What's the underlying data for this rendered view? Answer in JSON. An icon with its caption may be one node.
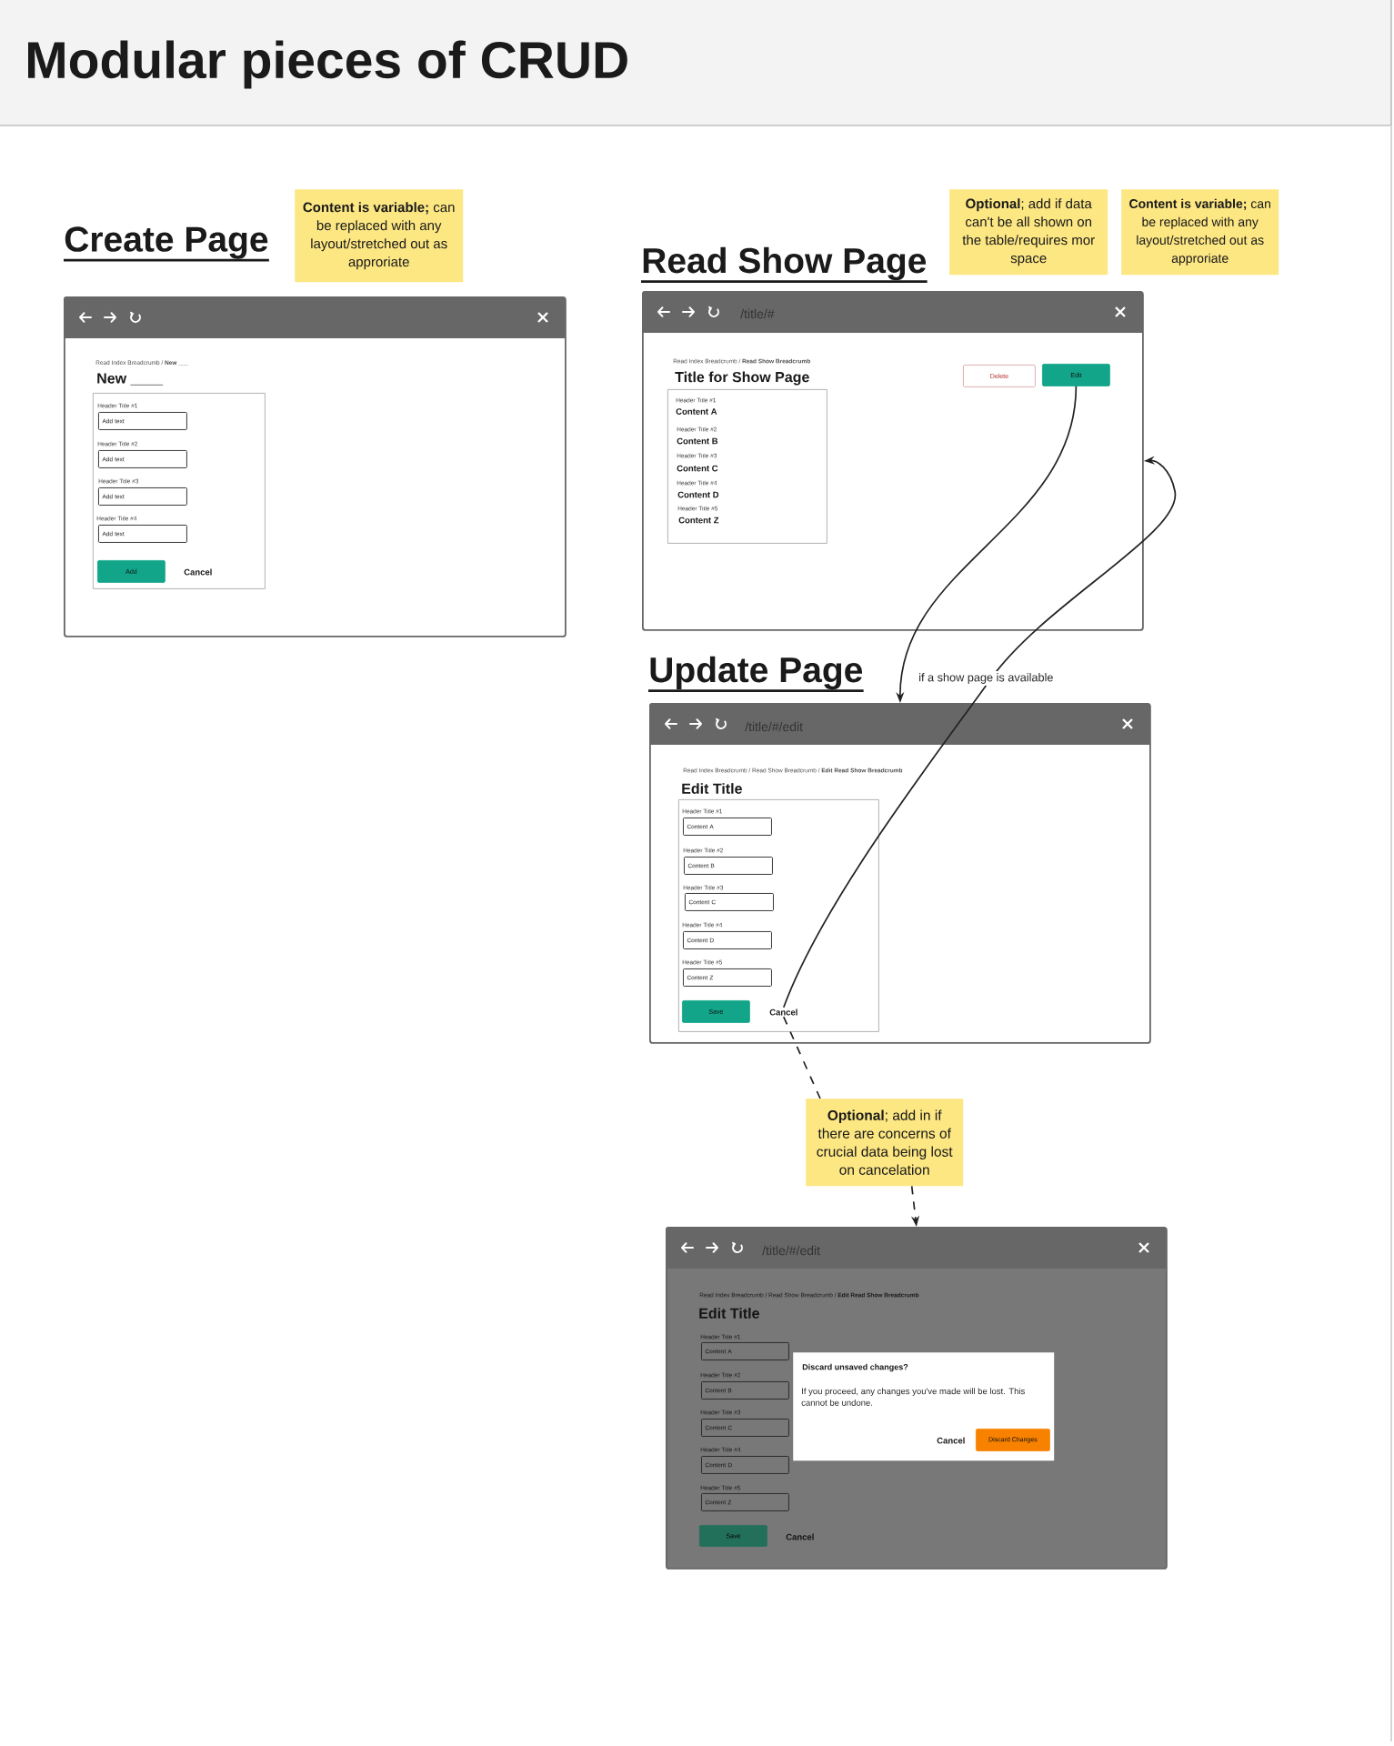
{
  "diagram": {
    "title": "Modular pieces of CRUD",
    "nodes": [
      {
        "text": [
          "**Content is variable;** can be replaced with any layout/stretched out as approriate"
        ]
      },
      {
        "text": [
          "**Optional**; add if data can't be all shown on the table/requires mor space"
        ]
      },
      {
        "text": [
          "**Content is variable;** can be replaced with any layout/stretched out as approriate"
        ]
      },
      {
        "text": [
          "Create Page",
          "Read Index Breadcrumb / **New ___**",
          "New ____"
        ]
      },
      {
        "text": [
          "Header Title #1",
          "Header Title #2",
          "Header Title #3",
          "Header Title #4",
          "Cancel"
        ],
        "in": 3
      },
      {
        "text": [
          "Add text"
        ],
        "in": 4
      },
      {
        "text": [
          "Add text"
        ],
        "in": 4
      },
      {
        "text": [
          "Add text"
        ],
        "in": 4
      },
      {
        "text": [
          "Add text"
        ],
        "in": 4
      },
      {
        "text": [
          "Add"
        ],
        "in": 4
      },
      {
        "text": [
          "Read Show Page",
          "/title/#",
          "Read Index Breadcrumb / **Read Show Breadcrumb**",
          "Title for Show Page"
        ]
      },
      {
        "text": [
          "Delete"
        ],
        "in": 10
      },
      {
        "text": [
          "Edit"
        ],
        "in": 10
      },
      {
        "text": [
          "Header Title #1",
          "Content A",
          "Header Title #2",
          "Content B",
          "Header Title #3",
          "Content C",
          "Header Title #4",
          "Content D",
          "Header Title #5",
          "Content Z"
        ],
        "in": 10
      },
      {
        "text": [
          "Update Page",
          "/title/#/edit",
          "Read Index Breadcrumb / Read Show Breadcrumb / **Edit Read Show Breadcrumb**",
          "Edit Title"
        ]
      },
      {
        "text": [
          "Header Title #1",
          "Header Title #2",
          "Header Title #3",
          "Header Title #4",
          "Header Title #5"
        ],
        "in": 14
      },
      {
        "text": [
          "Content A"
        ],
        "in": 15
      },
      {
        "text": [
          "Content B"
        ],
        "in": 15
      },
      {
        "text": [
          "Content C"
        ],
        "in": 15
      },
      {
        "text": [
          "Content D"
        ],
        "in": 15
      },
      {
        "text": [
          "Content Z"
        ],
        "in": 15
      },
      {
        "text": [
          "Save"
        ],
        "in": 15
      },
      {
        "text": [
          "Cancel"
        ],
        "in": 15
      },
      {
        "text": [
          "**Optional**; add in if there are concerns of crucial data being lost on cancelation"
        ]
      },
      {
        "text": [
          "/title/#/edit",
          "Read Index Breadcrumb / Read Show Breadcrumb / **Edit Read Show Breadcrumb**",
          "Edit Title",
          "Header Title #1",
          "Header Title #2",
          "Header Title #3",
          "Header Title #4",
          "Header Title #5",
          "Cancel"
        ]
      },
      {
        "text": [
          "Content A"
        ],
        "in": 24
      },
      {
        "text": [
          "Content B"
        ],
        "in": 24
      },
      {
        "text": [
          "Content C"
        ],
        "in": 24
      },
      {
        "text": [
          "Content D"
        ],
        "in": 24
      },
      {
        "text": [
          "Content Z"
        ],
        "in": 24
      },
      {
        "text": [
          "Save"
        ],
        "in": 24
      },
      {
        "text": [
          "Discard unsaved changes?",
          "If you proceed, any changes you've made will be lost. This cannot be undone.",
          "Cancel"
        ],
        "in": 24
      },
      {
        "text": [
          "Discard Changes"
        ],
        "in": 31
      }
    ],
    "edges": [
      {
        "from": 12,
        "to": 14,
        "arrow": "to"
      },
      {
        "from": 22,
        "to": 10,
        "arrow": "to",
        "label": "if a show page is available"
      },
      {
        "from": 22,
        "to": 23,
        "arrow": "none",
        "style": "dashed"
      },
      {
        "from": 23,
        "to": 24,
        "arrow": "to",
        "style": "dashed"
      }
    ]
  }
}
